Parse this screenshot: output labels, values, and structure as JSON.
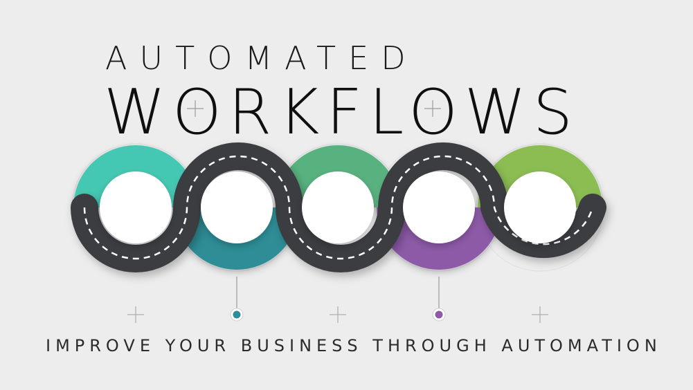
{
  "header": {
    "title_line1": "AUTOMATED",
    "title_line2": "WORKFLOWS"
  },
  "tagline": "IMPROVE YOUR BUSINESS THROUGH AUTOMATION",
  "colors": {
    "background": "#ededed",
    "road": "#3a3d40",
    "dash": "#ffffff",
    "teal_1": "#45c8b3",
    "teal_2": "#2e8d96",
    "green": "#58b27f",
    "purple": "#8d5aa8",
    "lime": "#8cbd52"
  },
  "stages": [
    {
      "id": "stage-1",
      "color": "teal_1",
      "marker": "plus"
    },
    {
      "id": "stage-2",
      "color": "teal_2",
      "marker": "dot"
    },
    {
      "id": "stage-3",
      "color": "green",
      "marker": "plus"
    },
    {
      "id": "stage-4",
      "color": "purple",
      "marker": "dot"
    },
    {
      "id": "stage-5",
      "color": "lime",
      "marker": "plus"
    }
  ]
}
